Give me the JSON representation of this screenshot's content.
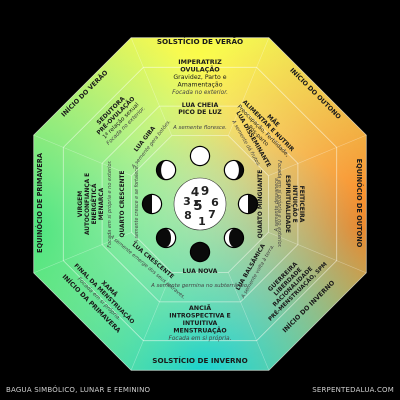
{
  "diagram": {
    "outer_labels": {
      "top": "SOLSTÍCIO DE VERÃO",
      "bottom": "SOLSTÍCIO DE INVERNO",
      "left": "EQUINÓCIO DE PRIMAVERA",
      "right": "EQUINÓCIO DE OUTONO",
      "top_left": "INÍCIO DO VERÃO",
      "top_right": "INÍCIO DO OUTONO",
      "bottom_left": "INÍCIO DA PRIMAVERA",
      "bottom_right": "INÍCIO DO INVERNO"
    },
    "archetypes": {
      "top": {
        "title": "IMPERATRIZ",
        "lines": [
          "OVULAÇÃO",
          "Gravidez, Parto e",
          "Amamentação"
        ],
        "note": "Focada no exterior."
      },
      "top_right": {
        "title": "MÃE",
        "lines": [
          "ALIMENTAR E NUTRIR",
          "Preocupação, Fertilidade,",
          "Pós-parto"
        ]
      },
      "right": {
        "title": "FEITICEIRA",
        "lines": [
          "INTUIÇÃO E",
          "ESPIRITUALIDADE"
        ],
        "note": "Focada em si própria e no exterior."
      },
      "bottom_right": {
        "title": "GUERREIRA",
        "lines": [
          "LIBERDADE",
          "RACIONALIDADE",
          "PRÉ-MENSTRUAÇÃO, SPM"
        ]
      },
      "bottom": {
        "title": "ANCIÃ",
        "lines": [
          "INTROSPECTIVA E",
          "INTUITIVA",
          "MENSTRUAÇÃO"
        ],
        "note": "Focada em si própria."
      },
      "bottom_left": {
        "title": "XAMÃ",
        "lines": [
          "FINAL DA MENSTRUAÇÃO"
        ],
        "note": "Focada em si própria."
      },
      "left": {
        "title": "VIRGEM",
        "lines": [
          "AUTOCONFIANÇA E",
          "ENERGÉTICA",
          "MENARCA"
        ],
        "note": "Focada em si própria e no exterior."
      },
      "top_left": {
        "title": "SEDUTORA",
        "lines": [
          "PRÉ-OVULAÇÃO",
          "1ª relação sexual"
        ],
        "note": "Focada no exterior."
      }
    },
    "moon_phases": {
      "top": {
        "title": "LUA CHEIA",
        "sub": "PICO DE LUZ",
        "note": "A semente floresce."
      },
      "top_right": {
        "title": "LUA DISSEMINANTE",
        "note": "A semente dá frutos."
      },
      "right": {
        "title": "QUARTO MINGUANTE",
        "note": "A semente desvanece."
      },
      "bottom_right": {
        "title": "LUA BALSÂMICA",
        "note": "A semente volta à terra."
      },
      "bottom": {
        "title": "LUA NOVA",
        "note": "A semente germina no subterrâneo."
      },
      "bottom_left": {
        "title": "LUA CRESCENTE",
        "note": "A semente emerge dos seus entraves."
      },
      "left": {
        "title": "QUARTO CRESCENTE",
        "note": "A semente cresce e se fortalece."
      },
      "top_left": {
        "title": "LUA GIBA",
        "note": "A semente gera botões."
      }
    },
    "center_numbers": [
      "1",
      "2",
      "3",
      "4",
      "5",
      "6",
      "7",
      "8",
      "9"
    ]
  },
  "footer": {
    "left": "BAGUA SIMBÓLICO, LUNAR E FEMININO",
    "right": "SERPENTEDALUA.COM"
  },
  "colors": {
    "background": "#000000",
    "top": "#f7f52a",
    "right": "#ff8a1a",
    "bottom": "#16d2c8",
    "left": "#56e880",
    "text": "#1a1a1a"
  }
}
